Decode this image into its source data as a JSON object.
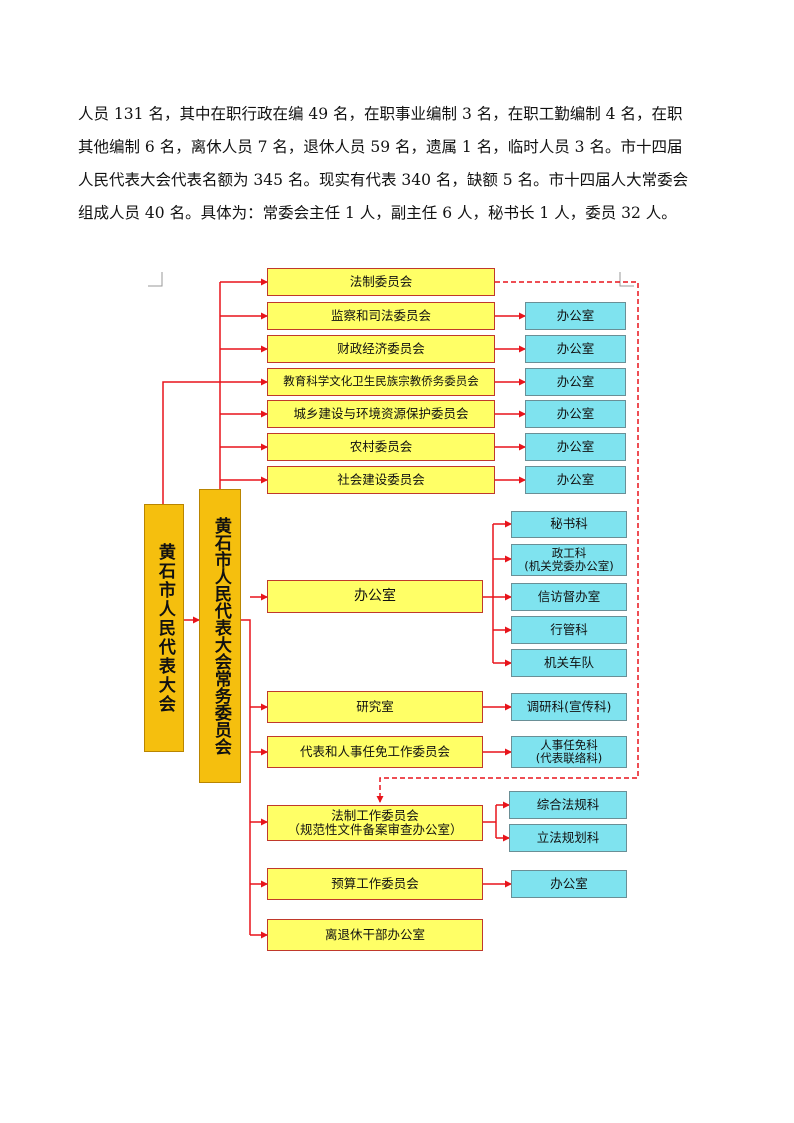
{
  "intro_lines": [
    "人员 131 名，其中在职行政在编 49 名，在职事业编制 3 名，在职工勤编制 4 名，在职",
    "其他编制 6 名，离休人员 7 名，退休人员 59 名，遗属 1 名，临时人员 3 名。市十四届",
    "人民代表大会代表名额为 345 名。现实有代表 340 名，缺额 5 名。市十四届人大常委会",
    "组成人员 40 名。具体为：常委会主任 1 人，副主任 6 人，秘书长 1 人，委员 32 人。"
  ],
  "org": {
    "congress": "黄石市人民代表大会",
    "standing_committee": "黄石市人民代表大会常务委员会",
    "special_committees": [
      "法制委员会",
      "监察和司法委员会",
      "财政经济委员会",
      "教育科学文化卫生民族宗教侨务委员会",
      "城乡建设与环境资源保护委员会",
      "农村委员会",
      "社会建设委员会"
    ],
    "committee_office": "办公室",
    "office": {
      "label": "办公室",
      "sections": [
        {
          "line1": "秘书科",
          "line2": ""
        },
        {
          "line1": "政工科",
          "line2": "(机关党委办公室)"
        },
        {
          "line1": "信访督办室",
          "line2": ""
        },
        {
          "line1": "行管科",
          "line2": ""
        },
        {
          "line1": "机关车队",
          "line2": ""
        }
      ]
    },
    "research": {
      "label": "研究室",
      "section": "调研科(宣传科)"
    },
    "personnel": {
      "label": "代表和人事任免工作委员会",
      "section_line1": "人事任免科",
      "section_line2": "(代表联络科)"
    },
    "legal_work": {
      "label_line1": "法制工作委员会",
      "label_line2": "（规范性文件备案审查办公室）",
      "sections": [
        "综合法规科",
        "立法规划科"
      ]
    },
    "budget": {
      "label": "预算工作委员会",
      "section": "办公室"
    },
    "retired": {
      "label": "离退休干部办公室"
    }
  },
  "colors": {
    "connector": "#e8141b",
    "committee_box": "#ffff66",
    "office_box": "#7fe3ef",
    "main_box": "#f5bf0e"
  }
}
